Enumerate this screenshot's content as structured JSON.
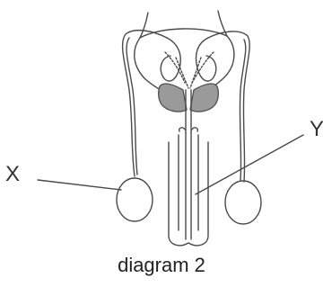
{
  "labels": {
    "x": "X",
    "y": "Y"
  },
  "caption": "diagram 2",
  "colors": {
    "line": "#4a4a4a",
    "shading": "#9a9a9a",
    "background": "#ffffff"
  }
}
